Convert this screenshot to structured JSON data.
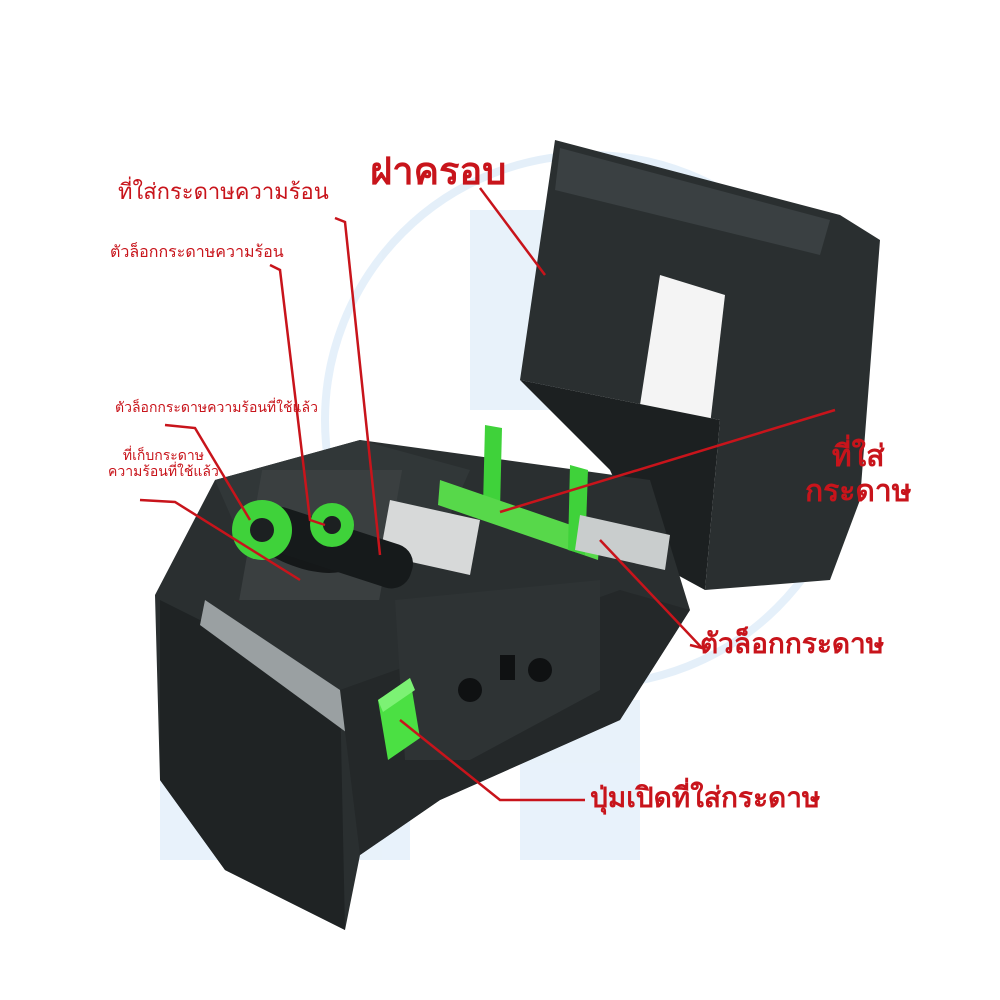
{
  "labels": {
    "cover": "ฝาครอบ",
    "ribbon_holder": "ที่ใส่กระดาษความร้อน",
    "ribbon_lock": "ตัวล็อกกระดาษความร้อน",
    "used_ribbon_lock": "ตัวล็อกกระดาษความร้อนที่ใช้แล้ว",
    "used_ribbon_store_line1": "ที่เก็บกระดาษ",
    "used_ribbon_store_line2": "ความร้อนที่ใช้แล้ว",
    "paper_holder_line1": "ที่ใส่",
    "paper_holder_line2": "กระดาษ",
    "paper_lock": "ตัวล็อกกระดาษ",
    "open_button": "ปุ่มเปิดที่ใส่กระดาษ"
  },
  "colors": {
    "label": "#c8141b",
    "printer_body": "#2a2f30",
    "printer_dark": "#1c2021",
    "accent_green": "#3fd23a",
    "watermark": "#cfe3f5"
  }
}
